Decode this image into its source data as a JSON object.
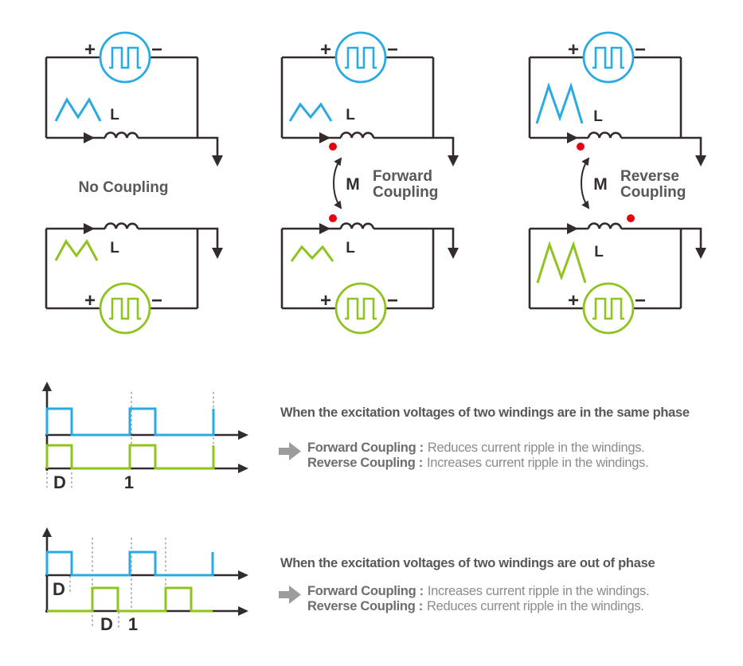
{
  "palette": {
    "blue": "#29ABE2",
    "green": "#8FC31F",
    "red": "#E60012",
    "line": "#332C2A",
    "textdark": "#595757",
    "term": "#6F6D6D",
    "desc": "#8D8B8B",
    "arrowgray": "#9C9C9D",
    "dashgray": "#B5B5B6"
  },
  "symbols": {
    "plus": "+",
    "minus": "−",
    "inductor": "L",
    "mutual": "M"
  },
  "columns": [
    {
      "caption": "No Coupling"
    },
    {
      "caption_line1": "Forward",
      "caption_line2": "Coupling"
    },
    {
      "caption_line1": "Reverse",
      "caption_line2": "Coupling"
    }
  ],
  "timing": {
    "duty_label": "D",
    "period_label": "1",
    "waveforms": {
      "type": "square",
      "duty_cycle": "D",
      "period": "1",
      "in_phase": {
        "blue_pulse_starts": [
          0,
          1,
          2
        ],
        "green_pulse_starts": [
          0,
          1,
          2
        ]
      },
      "out_of_phase": {
        "blue_pulse_starts": [
          0,
          1,
          2
        ],
        "green_pulse_starts": [
          0.5,
          1.5
        ]
      }
    }
  },
  "notes": [
    {
      "heading": "When the excitation voltages of two windings are in the same phase",
      "lines": [
        {
          "term": "Forward Coupling :",
          "desc": "Reduces current ripple in the windings."
        },
        {
          "term": "Reverse Coupling :",
          "desc": "Increases current ripple in the windings."
        }
      ]
    },
    {
      "heading": "When the excitation voltages of two windings are out of phase",
      "lines": [
        {
          "term": "Forward Coupling :",
          "desc": "Increases current ripple in the windings."
        },
        {
          "term": "Reverse Coupling :",
          "desc": "Reduces current ripple in the windings."
        }
      ]
    }
  ]
}
